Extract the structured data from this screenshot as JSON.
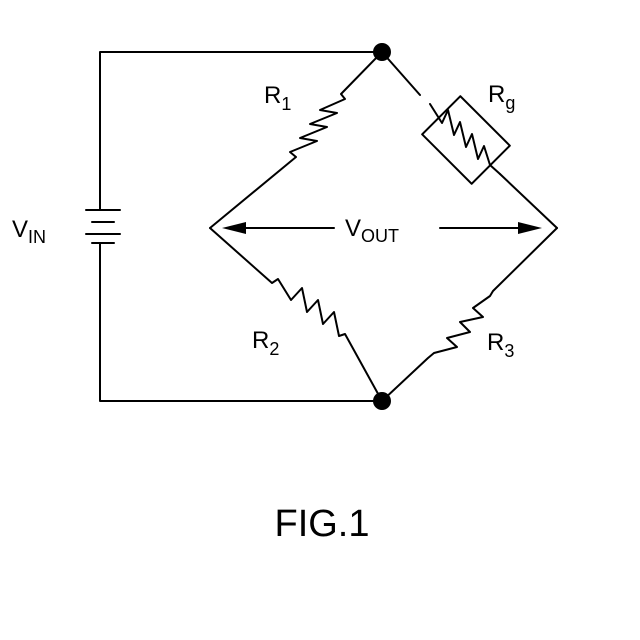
{
  "labels": {
    "vin_main": "V",
    "vin_sub": "IN",
    "vout_main": "V",
    "vout_sub": "OUT",
    "r1_main": "R",
    "r1_sub": "1",
    "rg_main": "R",
    "rg_sub": "g",
    "r2_main": "R",
    "r2_sub": "2",
    "r3_main": "R",
    "r3_sub": "3"
  },
  "caption": "FIG.1"
}
